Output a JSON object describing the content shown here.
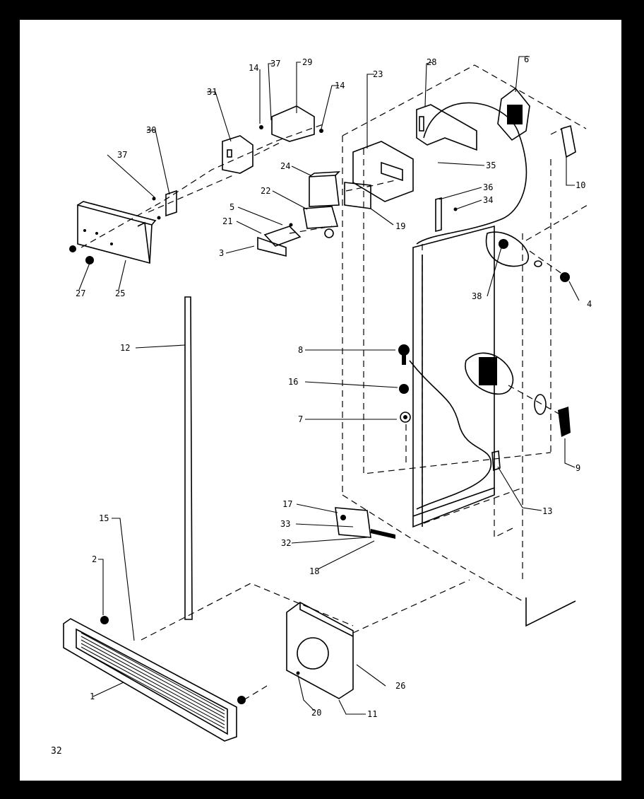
{
  "page_number": "32",
  "callouts": [
    {
      "id": "c1",
      "text": "1"
    },
    {
      "id": "c2",
      "text": "2"
    },
    {
      "id": "c3",
      "text": "3"
    },
    {
      "id": "c4",
      "text": "4"
    },
    {
      "id": "c5",
      "text": "5"
    },
    {
      "id": "c6",
      "text": "6"
    },
    {
      "id": "c7",
      "text": "7"
    },
    {
      "id": "c8",
      "text": "8"
    },
    {
      "id": "c9",
      "text": "9"
    },
    {
      "id": "c10",
      "text": "10"
    },
    {
      "id": "c11",
      "text": "11"
    },
    {
      "id": "c12",
      "text": "12"
    },
    {
      "id": "c13",
      "text": "13"
    },
    {
      "id": "c14a",
      "text": "14"
    },
    {
      "id": "c14b",
      "text": "14"
    },
    {
      "id": "c15",
      "text": "15"
    },
    {
      "id": "c16",
      "text": "16"
    },
    {
      "id": "c17",
      "text": "17"
    },
    {
      "id": "c18",
      "text": "18"
    },
    {
      "id": "c19",
      "text": "19"
    },
    {
      "id": "c20",
      "text": "20"
    },
    {
      "id": "c21",
      "text": "21"
    },
    {
      "id": "c22",
      "text": "22"
    },
    {
      "id": "c23",
      "text": "23"
    },
    {
      "id": "c24",
      "text": "24"
    },
    {
      "id": "c25",
      "text": "25"
    },
    {
      "id": "c26",
      "text": "26"
    },
    {
      "id": "c27",
      "text": "27"
    },
    {
      "id": "c28",
      "text": "28"
    },
    {
      "id": "c29",
      "text": "29"
    },
    {
      "id": "c30",
      "text": "30"
    },
    {
      "id": "c31",
      "text": "31"
    },
    {
      "id": "c32",
      "text": "32"
    },
    {
      "id": "c33",
      "text": "33"
    },
    {
      "id": "c34",
      "text": "34"
    },
    {
      "id": "c35",
      "text": "35"
    },
    {
      "id": "c36",
      "text": "36"
    },
    {
      "id": "c37a",
      "text": "37"
    },
    {
      "id": "c37b",
      "text": "37"
    },
    {
      "id": "c38",
      "text": "38"
    }
  ]
}
